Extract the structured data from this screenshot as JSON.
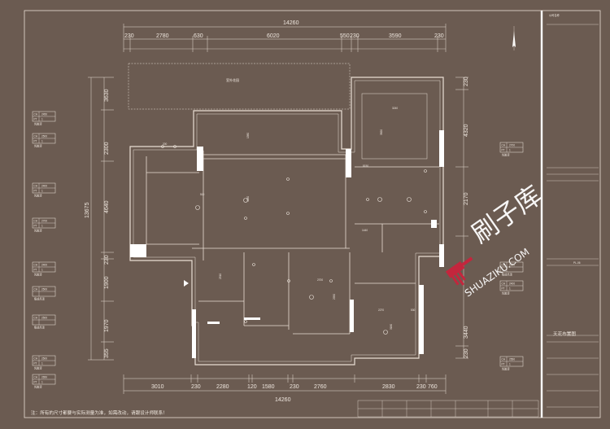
{
  "colors": {
    "background": "#6b5b51",
    "line": "#e9ded4",
    "wall": "#ffffff",
    "logo_red": "#c8243c"
  },
  "dims_top": {
    "overall": "14260",
    "segments": [
      "230",
      "2780",
      "630",
      "6020",
      "550",
      "230",
      "3590",
      "230"
    ]
  },
  "dims_bottom": {
    "overall": "14260",
    "segments": [
      "3010",
      "230",
      "2280",
      "120",
      "1580",
      "230",
      "2760",
      "2830",
      "230",
      "760"
    ]
  },
  "dims_left": {
    "overall": "13675",
    "segments": [
      "3630",
      "2300",
      "4640",
      "230",
      "1900",
      "1970",
      "355"
    ]
  },
  "dims_right": {
    "segments": [
      "230",
      "4320",
      "2170",
      "3440",
      "230"
    ]
  },
  "rooms": {
    "garden": "室外花园",
    "r1": "3240",
    "r2": "3820",
    "r3": "1580",
    "r4": "4280",
    "r5": "1440",
    "r6": "2700",
    "r7": "2950",
    "r8": "2270",
    "r9": "3180",
    "r10": "2510",
    "r11": "530",
    "r12": "510",
    "r13": "200",
    "r14": "8150"
  },
  "tags_left": [
    {
      "a": "CH",
      "v": "2450",
      "b": "PT",
      "n": "1",
      "label": "乳胶漆"
    },
    {
      "a": "CH",
      "v": "2500",
      "b": "PT",
      "n": "1",
      "label": "乳胶漆"
    },
    {
      "a": "CH",
      "v": "2400",
      "b": "PT",
      "n": "1",
      "label": "乳胶漆"
    },
    {
      "a": "CH",
      "v": "2700",
      "b": "PT",
      "n": "1",
      "label": "乳胶漆"
    },
    {
      "a": "CH",
      "v": "2400",
      "b": "PT",
      "n": "1",
      "label": "乳胶漆"
    },
    {
      "a": "CH",
      "v": "2500",
      "label": "集成吊顶"
    },
    {
      "a": "CH",
      "v": "2500",
      "label": "集成吊顶"
    },
    {
      "a": "CH",
      "v": "2500",
      "b": "PT",
      "n": "1",
      "label": "乳胶漆"
    },
    {
      "a": "CH",
      "v": "2650",
      "b": "PT",
      "n": "1",
      "label": "乳胶漆"
    }
  ],
  "tags_right": [
    {
      "a": "CH",
      "v": "2700",
      "b": "PT",
      "n": "1",
      "label": "乳胶漆"
    },
    {
      "a": "CH",
      "v": "2500",
      "label": "集成吊顶"
    },
    {
      "a": "CH",
      "v": "2400",
      "b": "PT",
      "n": "1",
      "label": "乳胶漆"
    },
    {
      "a": "CH",
      "v": "2550",
      "b": "PT",
      "n": "1",
      "label": "乳胶漆"
    }
  ],
  "note": "注：所有的尺寸都要与实际测量为准，如需改动，请跟设计师联系！",
  "title_block": {
    "company": "公司名称",
    "sheet_code": "PL-06",
    "drawing_title": "天花布置图"
  },
  "watermark": {
    "brand": "刷子库",
    "url": "SHUAZIKU.COM"
  }
}
